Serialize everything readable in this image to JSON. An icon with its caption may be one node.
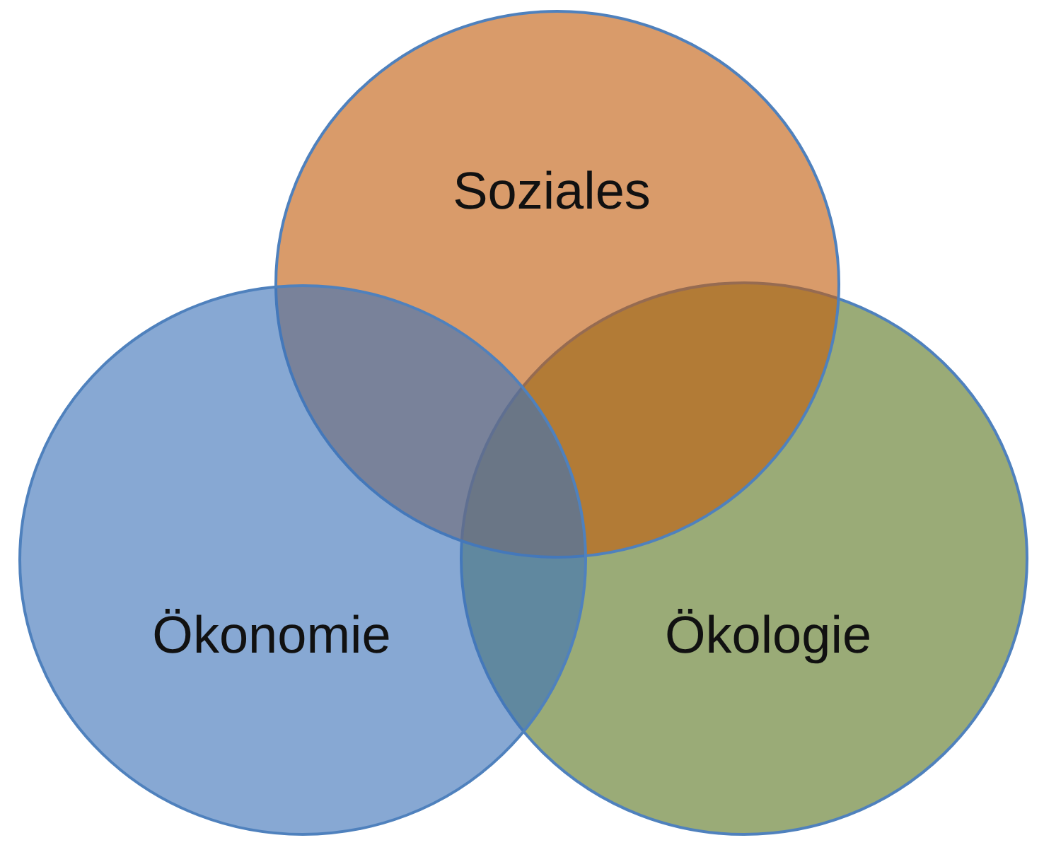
{
  "diagram": {
    "nodes": [
      {
        "text": [
          "Soziales"
        ]
      },
      {
        "text": [
          "Ökonomie"
        ]
      },
      {
        "text": [
          "Ökologie"
        ]
      }
    ]
  }
}
